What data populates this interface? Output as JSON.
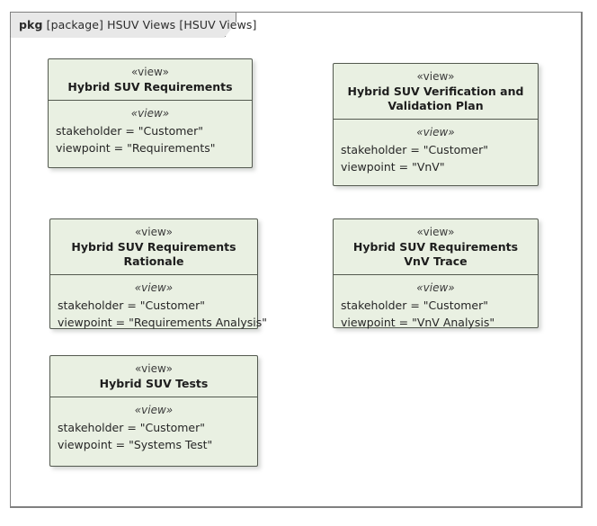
{
  "package": {
    "tab_keyword": "pkg",
    "tab_text": " [package] HSUV Views [HSUV Views]",
    "tab_full_label": "pkg [package] HSUV Views [HSUV Views]"
  },
  "style": {
    "block_fill": "#e9f0e2",
    "block_border": "#53594f",
    "frame_border": "#808080",
    "tab_fill": "#e8e8e8",
    "text_color": "#262626",
    "canvas": "#ffffff"
  },
  "blocks": [
    {
      "id": "hybrid-suv-requirements",
      "stereotype": "«view»",
      "name": "Hybrid SUV Requirements",
      "compartment_label": "«view»",
      "properties": [
        "stakeholder = \"Customer\"",
        "viewpoint = \"Requirements\""
      ]
    },
    {
      "id": "hybrid-suv-vnv-plan",
      "stereotype": "«view»",
      "name": "Hybrid SUV Verification and Validation Plan",
      "compartment_label": "«view»",
      "properties": [
        "stakeholder = \"Customer\"",
        "viewpoint = \"VnV\""
      ]
    },
    {
      "id": "hybrid-suv-requirements-rationale",
      "stereotype": "«view»",
      "name": "Hybrid SUV Requirements Rationale",
      "compartment_label": "«view»",
      "properties": [
        "stakeholder = \"Customer\"",
        "viewpoint = \"Requirements Analysis\""
      ]
    },
    {
      "id": "hybrid-suv-requirements-vnv-trace",
      "stereotype": "«view»",
      "name": "Hybrid SUV Requirements VnV Trace",
      "compartment_label": "«view»",
      "properties": [
        "stakeholder = \"Customer\"",
        "viewpoint = \"VnV Analysis\""
      ]
    },
    {
      "id": "hybrid-suv-tests",
      "stereotype": "«view»",
      "name": "Hybrid SUV Tests",
      "compartment_label": "«view»",
      "properties": [
        "stakeholder = \"Customer\"",
        "viewpoint = \"Systems Test\""
      ]
    }
  ]
}
